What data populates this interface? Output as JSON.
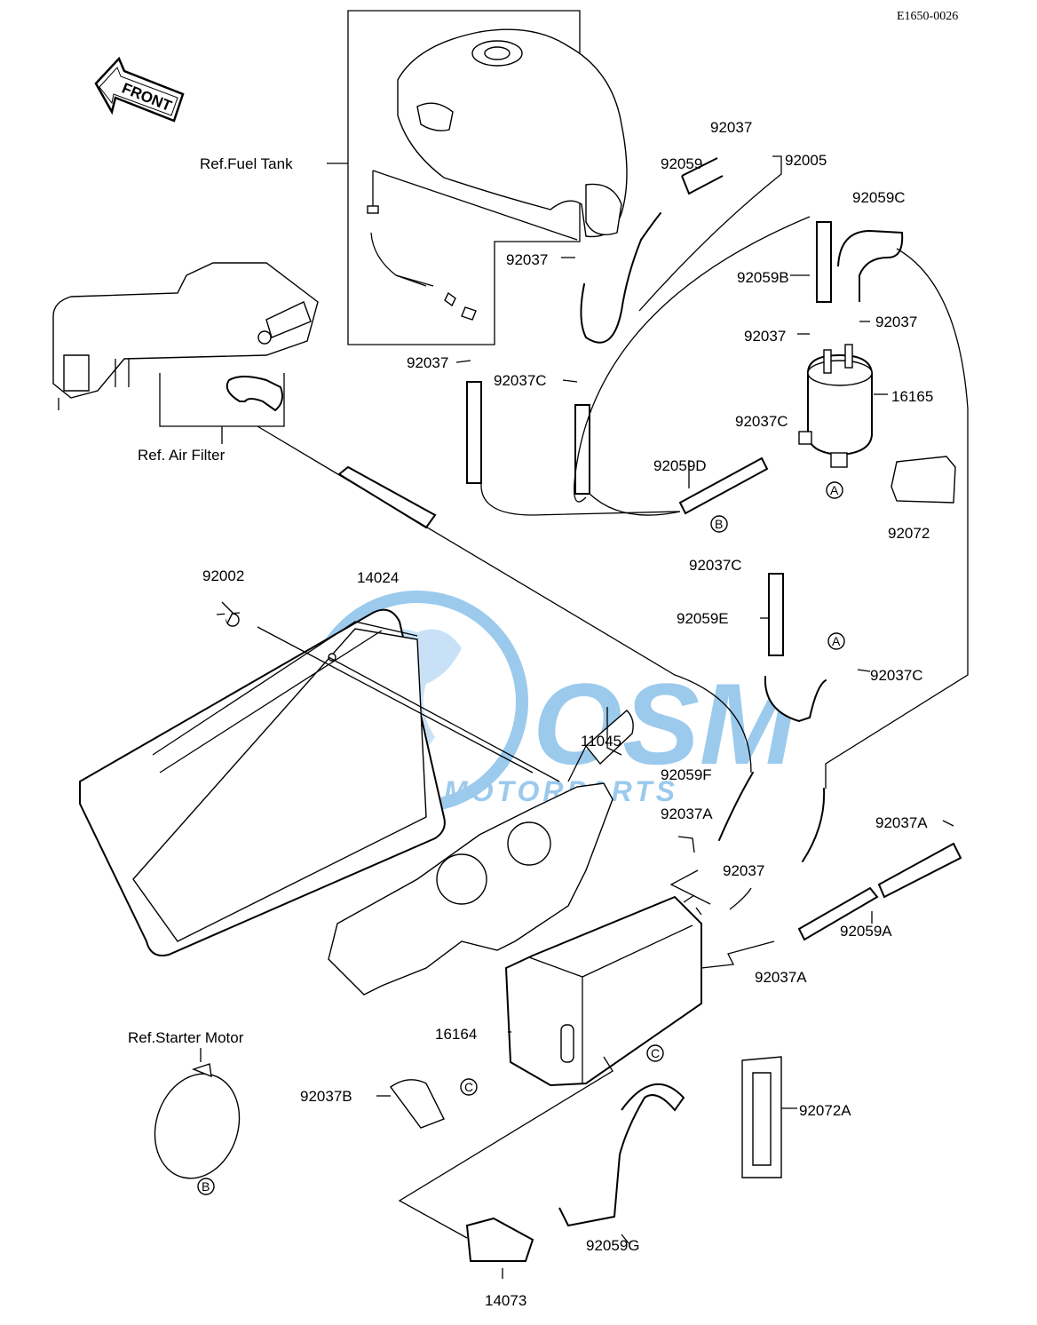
{
  "diagram_code": "E1650-0026",
  "front_label": "FRONT",
  "watermark": {
    "brand": "OSM",
    "sub": "MOTORPARTS",
    "color": "#4aa0e0"
  },
  "reference_labels": {
    "fuel_tank": "Ref.Fuel Tank",
    "air_filter": "Ref. Air Filter",
    "starter_motor": "Ref.Starter Motor"
  },
  "part_numbers": {
    "p92037_top": "92037",
    "p92005": "92005",
    "p92059": "92059",
    "p92059C": "92059C",
    "p92037_tank": "92037",
    "p92059B": "92059B",
    "p92037_right": "92037",
    "p92037_mid": "92037",
    "p92037_left": "92037",
    "p92037C_left": "92037C",
    "p16165": "16165",
    "p92037C_filter": "92037C",
    "p92059D": "92059D",
    "p92072": "92072",
    "p92037C_mid": "92037C",
    "p92059E": "92059E",
    "p92037C_right": "92037C",
    "p92002": "92002",
    "p14024": "14024",
    "p11045": "11045",
    "p92059F": "92059F",
    "p92037A_left": "92037A",
    "p92037A_right": "92037A",
    "p92037_lower": "92037",
    "p92059A": "92059A",
    "p92037A_lower": "92037A",
    "p16164": "16164",
    "p92037B": "92037B",
    "p92072A": "92072A",
    "p92059G": "92059G",
    "p14073": "14073"
  },
  "connectors": {
    "A1": "A",
    "A2": "A",
    "B1": "B",
    "B2": "B",
    "C1": "C",
    "C2": "C"
  }
}
